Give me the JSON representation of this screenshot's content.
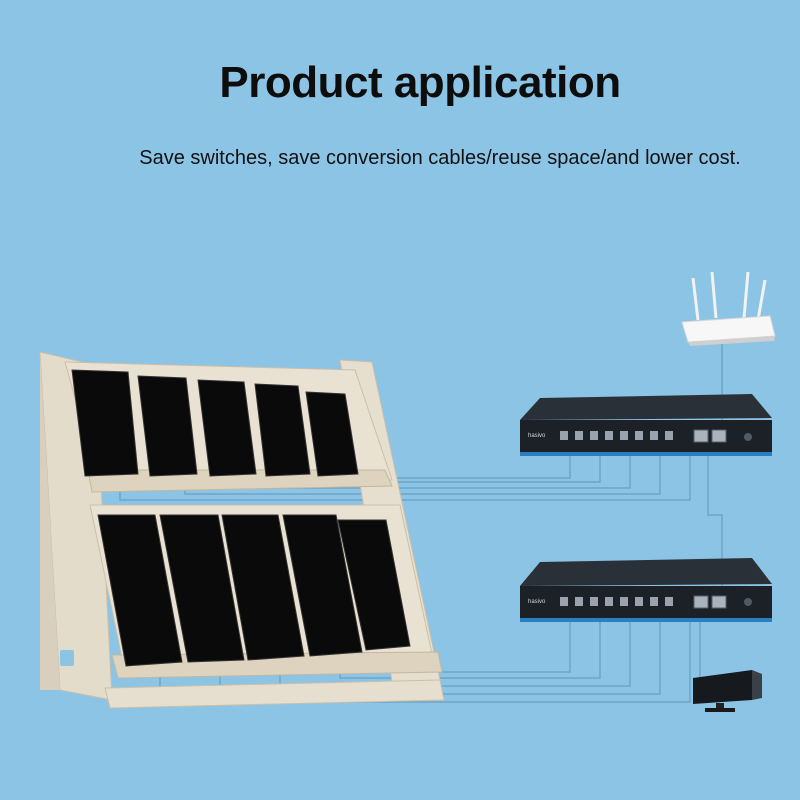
{
  "header": {
    "title": "Product application",
    "subtitle": "Save switches, save conversion cables/reuse space/and lower cost."
  },
  "switches": [
    {
      "brand": "hasivo"
    },
    {
      "brand": "hasivo"
    }
  ],
  "icons": {
    "router": "router-icon",
    "monitor": "monitor-icon",
    "rack": "phone-rack-icon"
  },
  "colors": {
    "background": "#8cc4e6",
    "cable": "#6fa3c8",
    "switch_body": "#1c2128",
    "switch_stripe": "#2a7fc0",
    "wood": "#e4dccb"
  }
}
